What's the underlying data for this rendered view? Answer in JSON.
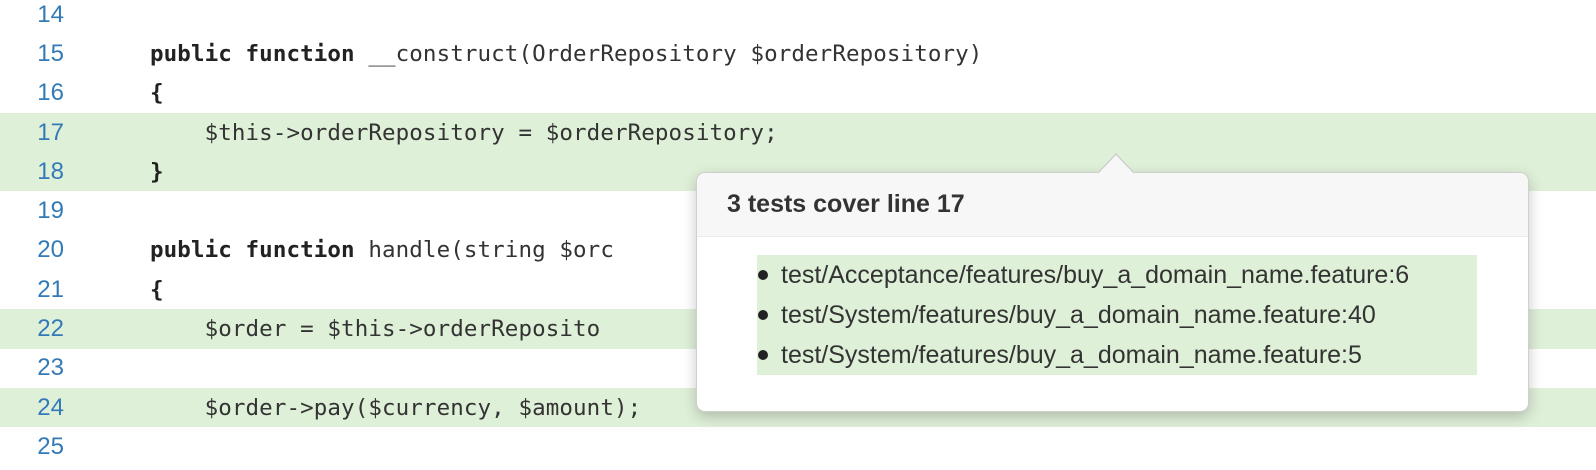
{
  "code": {
    "lines": [
      {
        "number": "14",
        "covered": false,
        "parts": []
      },
      {
        "number": "15",
        "covered": false,
        "parts": [
          {
            "t": "public function",
            "kw": true
          },
          {
            "t": " __construct(OrderRepository $orderRepository)",
            "kw": false
          }
        ]
      },
      {
        "number": "16",
        "covered": false,
        "parts": [
          {
            "t": "{",
            "kw": true
          }
        ]
      },
      {
        "number": "17",
        "covered": true,
        "parts": [
          {
            "t": "    $this->orderRepository = $orderRepository;",
            "kw": false
          }
        ]
      },
      {
        "number": "18",
        "covered": true,
        "parts": [
          {
            "t": "}",
            "kw": true
          }
        ]
      },
      {
        "number": "19",
        "covered": false,
        "parts": []
      },
      {
        "number": "20",
        "covered": false,
        "parts": [
          {
            "t": "public function",
            "kw": true
          },
          {
            "t": " handle(string $orc",
            "kw": false
          }
        ]
      },
      {
        "number": "21",
        "covered": false,
        "parts": [
          {
            "t": "{",
            "kw": true
          }
        ]
      },
      {
        "number": "22",
        "covered": true,
        "parts": [
          {
            "t": "    $order = $this->orderReposito",
            "kw": false
          }
        ]
      },
      {
        "number": "23",
        "covered": false,
        "parts": []
      },
      {
        "number": "24",
        "covered": true,
        "parts": [
          {
            "t": "    $order->pay($currency, $amount);",
            "kw": false
          }
        ]
      },
      {
        "number": "25",
        "covered": false,
        "parts": []
      }
    ]
  },
  "popover": {
    "title": "3 tests cover line 17",
    "tests": [
      "test/Acceptance/features/buy_a_domain_name.feature:6",
      "test/System/features/buy_a_domain_name.feature:40",
      "test/System/features/buy_a_domain_name.feature:5"
    ]
  },
  "colors": {
    "covered_background": "#dff0d8",
    "line_number": "#337ab7",
    "code_text": "#333333",
    "popover_title_background": "#f7f7f7"
  }
}
